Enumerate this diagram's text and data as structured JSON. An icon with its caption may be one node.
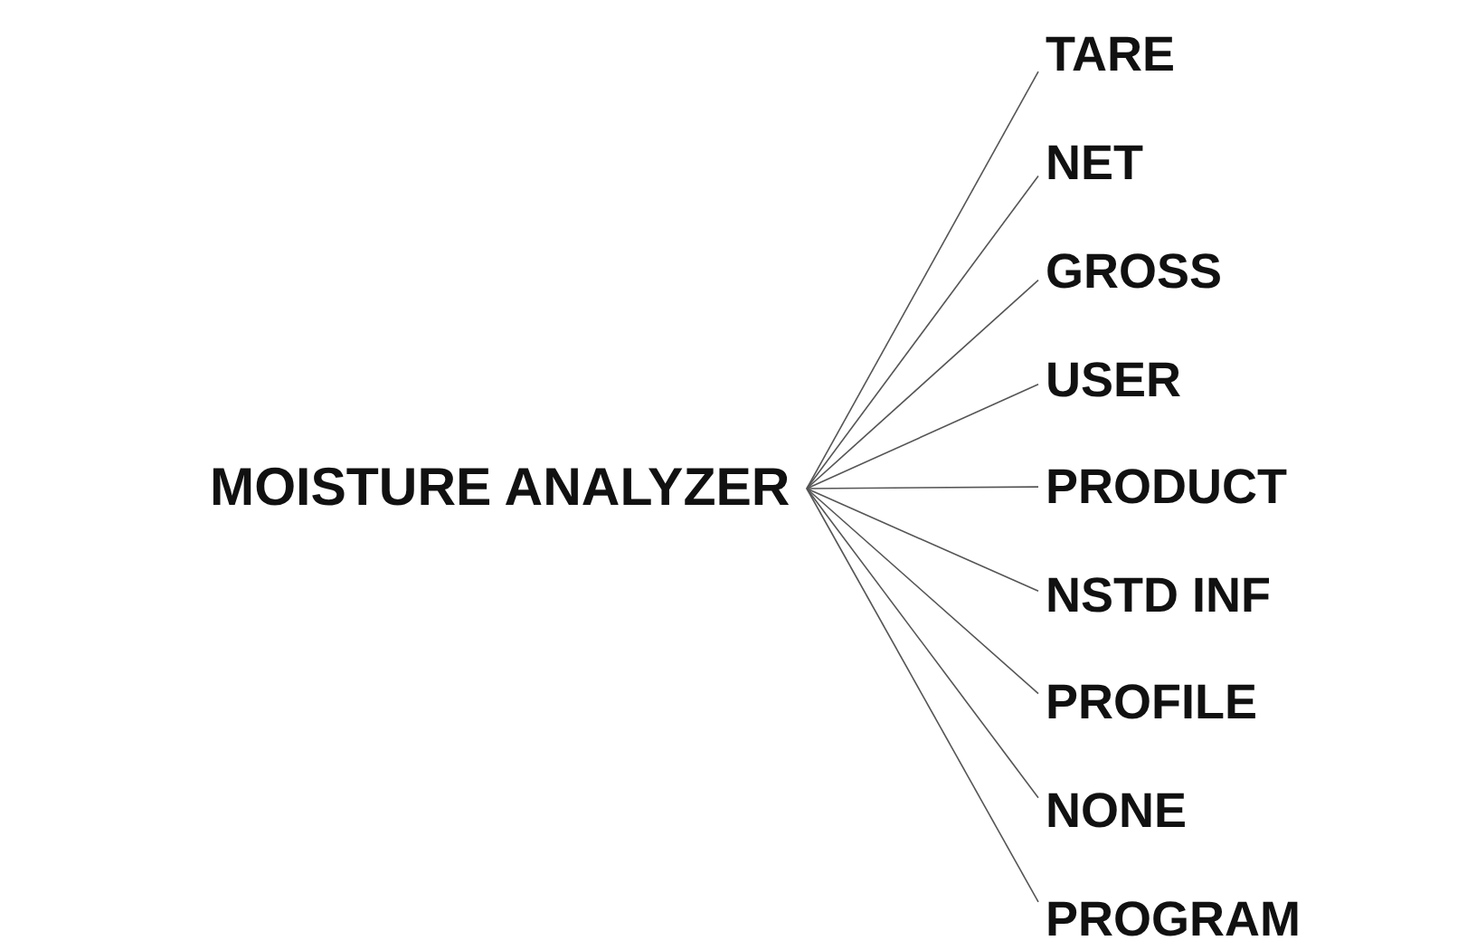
{
  "diagram": {
    "nodes": [
      {
        "text": [
          "MOISTURE ANALYZER"
        ]
      },
      {
        "text": [
          "TARE"
        ]
      },
      {
        "text": [
          "NET"
        ]
      },
      {
        "text": [
          "GROSS"
        ]
      },
      {
        "text": [
          "USER"
        ]
      },
      {
        "text": [
          "PRODUCT"
        ]
      },
      {
        "text": [
          "NSTD INF"
        ]
      },
      {
        "text": [
          "PROFILE"
        ]
      },
      {
        "text": [
          "NONE"
        ]
      },
      {
        "text": [
          "PROGRAM"
        ]
      }
    ],
    "edges": [
      {
        "from": 0,
        "to": 1,
        "arrow": "none"
      },
      {
        "from": 0,
        "to": 2,
        "arrow": "none"
      },
      {
        "from": 0,
        "to": 3,
        "arrow": "none"
      },
      {
        "from": 0,
        "to": 4,
        "arrow": "none"
      },
      {
        "from": 0,
        "to": 5,
        "arrow": "none"
      },
      {
        "from": 0,
        "to": 6,
        "arrow": "none"
      },
      {
        "from": 0,
        "to": 7,
        "arrow": "none"
      },
      {
        "from": 0,
        "to": 8,
        "arrow": "none"
      },
      {
        "from": 0,
        "to": 9,
        "arrow": "none"
      }
    ]
  }
}
